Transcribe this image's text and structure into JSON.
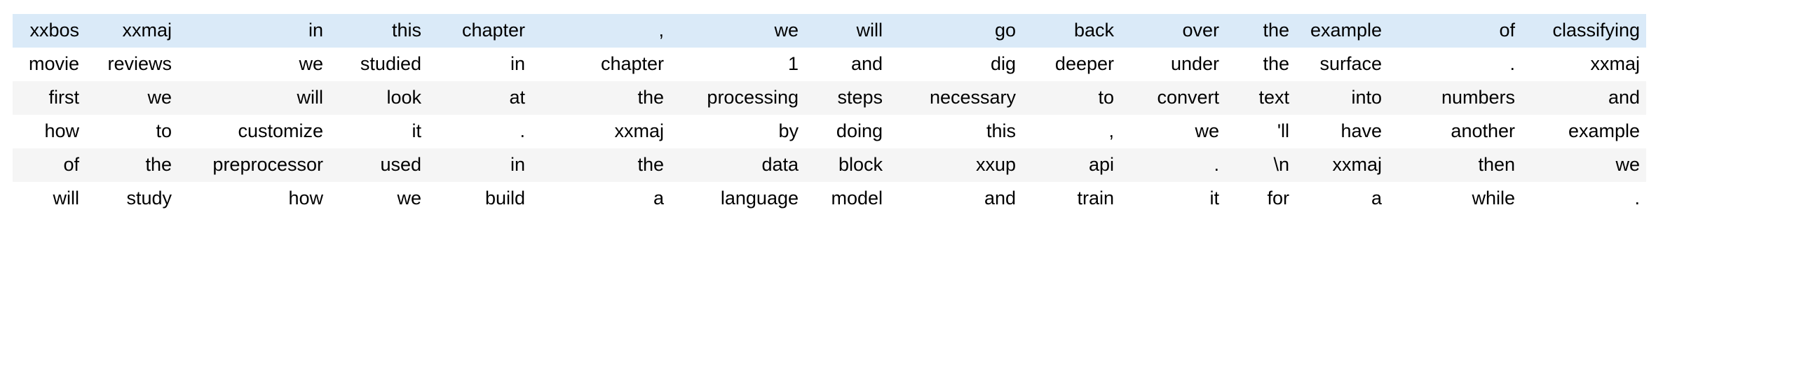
{
  "table": {
    "kind": "dataframe",
    "column_count": 16,
    "row_count": 6,
    "align": "right",
    "colors": {
      "highlight_row_bg": "#daeaf8",
      "stripe_row_bg": "#f5f5f5",
      "plain_row_bg": "#ffffff",
      "text": "#000000",
      "page_bg": "#ffffff"
    },
    "rows": [
      {
        "style": "highlight",
        "cells": [
          "xxbos",
          "xxmaj",
          "in",
          "this",
          "chapter",
          ",",
          "we",
          "will",
          "go",
          "back",
          "over",
          "the",
          "example",
          "of",
          "classifying"
        ]
      },
      {
        "style": "plain",
        "cells": [
          "movie",
          "reviews",
          "we",
          "studied",
          "in",
          "chapter",
          "1",
          "and",
          "dig",
          "deeper",
          "under",
          "the",
          "surface",
          ".",
          "xxmaj"
        ]
      },
      {
        "style": "stripe",
        "cells": [
          "first",
          "we",
          "will",
          "look",
          "at",
          "the",
          "processing",
          "steps",
          "necessary",
          "to",
          "convert",
          "text",
          "into",
          "numbers",
          "and"
        ]
      },
      {
        "style": "plain",
        "cells": [
          "how",
          "to",
          "customize",
          "it",
          ".",
          "xxmaj",
          "by",
          "doing",
          "this",
          ",",
          "we",
          "'ll",
          "have",
          "another",
          "example"
        ]
      },
      {
        "style": "stripe",
        "cells": [
          "of",
          "the",
          "preprocessor",
          "used",
          "in",
          "the",
          "data",
          "block",
          "xxup",
          "api",
          ".",
          "\\n",
          "xxmaj",
          "then",
          "we"
        ]
      },
      {
        "style": "plain",
        "cells": [
          "will",
          "study",
          "how",
          "we",
          "build",
          "a",
          "language",
          "model",
          "and",
          "train",
          "it",
          "for",
          "a",
          "while",
          "."
        ]
      }
    ]
  }
}
